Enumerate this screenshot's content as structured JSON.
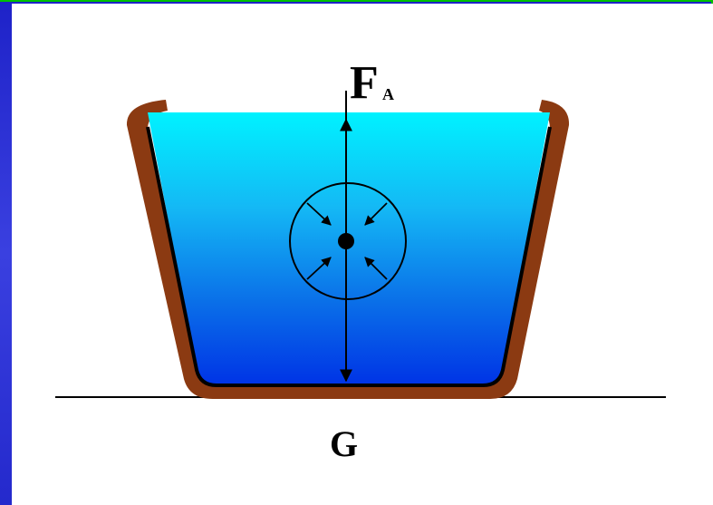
{
  "diagram": {
    "buoyant_force_label": "F",
    "buoyant_force_subscript": "A",
    "gravity_label": "G",
    "colors": {
      "water_top": "#00f2ff",
      "water_bottom": "#0033e6",
      "vessel_wall": "#8b3a12",
      "frame_blue": "#2a2fd6",
      "frame_edge": "#00c000"
    }
  }
}
